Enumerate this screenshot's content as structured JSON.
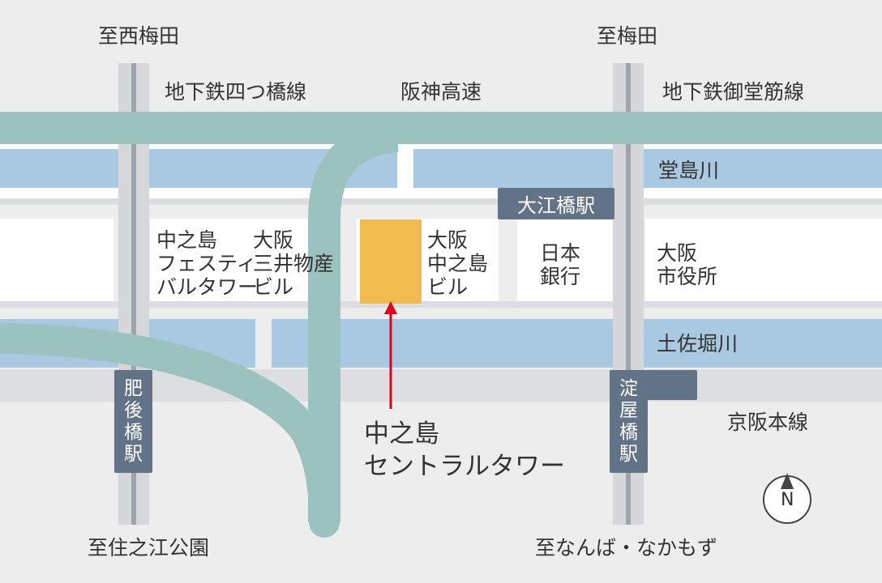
{
  "directions": {
    "nishi_umeda": "至西梅田",
    "umeda": "至梅田",
    "suminoe": "至住之江公園",
    "namba": "至なんば・なかもず"
  },
  "lines": {
    "yotsubashi": "地下鉄四つ橋線",
    "hanshin": "阪神高速",
    "midosuji": "地下鉄御堂筋線",
    "keihan": "京阪本線"
  },
  "rivers": {
    "dojima": "堂島川",
    "tosabori": "土佐堀川"
  },
  "stations": {
    "oebashi": "大江橋駅",
    "higobashi": [
      "肥",
      "後",
      "橋",
      "駅"
    ],
    "yodoyabashi": [
      "淀",
      "屋",
      "橋",
      "駅"
    ]
  },
  "buildings": {
    "festival": [
      "中之島",
      "フェスティ",
      "バルタワー"
    ],
    "mitsui": [
      "大阪",
      "三井物産",
      "ビル"
    ],
    "osaka_nakanoshima": [
      "大阪",
      "中之島",
      "ビル"
    ],
    "boj": [
      "日本",
      "銀行"
    ],
    "city_hall": [
      "大阪",
      "市役所"
    ]
  },
  "target": [
    "中之島",
    "セントラルタワー"
  ],
  "compass": "N",
  "colors": {
    "background": "#ededee",
    "road": "#ffffff",
    "rail": "#d5d7da",
    "water": "#a9c8e2",
    "expressway": "#9cc2bf",
    "station": "#627287",
    "target": "#f1bb4f",
    "arrow": "#e2001a"
  }
}
